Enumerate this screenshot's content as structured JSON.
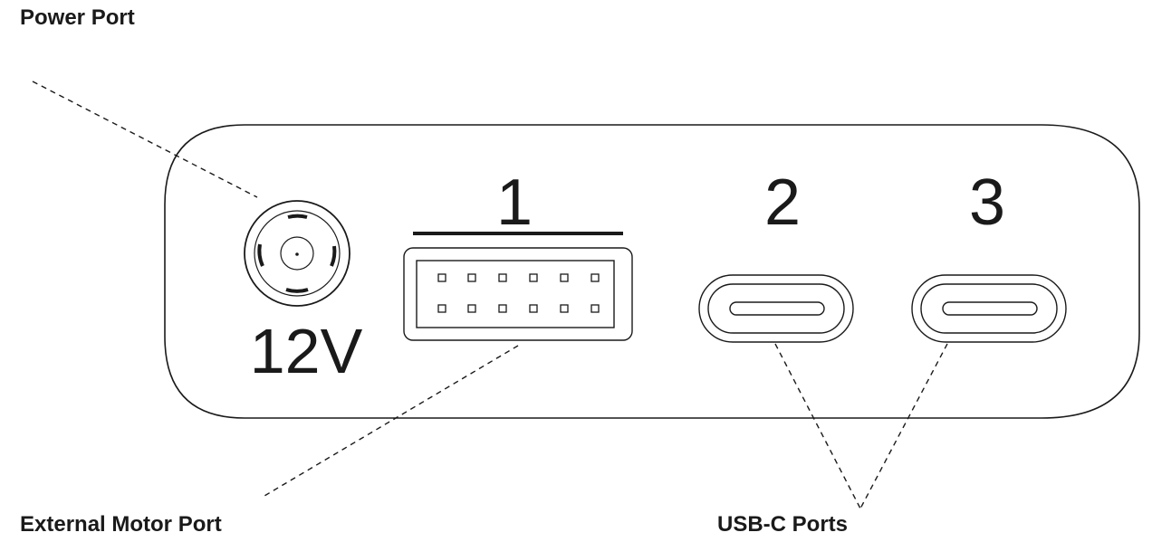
{
  "callouts": {
    "power_port": "Power Port",
    "external_motor_port": "External Motor Port",
    "usb_c_ports": "USB-C Ports"
  },
  "ports": {
    "power_voltage": "12V",
    "motor_port_number": "1",
    "usb_port_a_number": "2",
    "usb_port_b_number": "3"
  },
  "icons": [
    "dc-barrel-jack-icon",
    "12-pin-header-icon",
    "usb-c-receptacle-icon"
  ]
}
